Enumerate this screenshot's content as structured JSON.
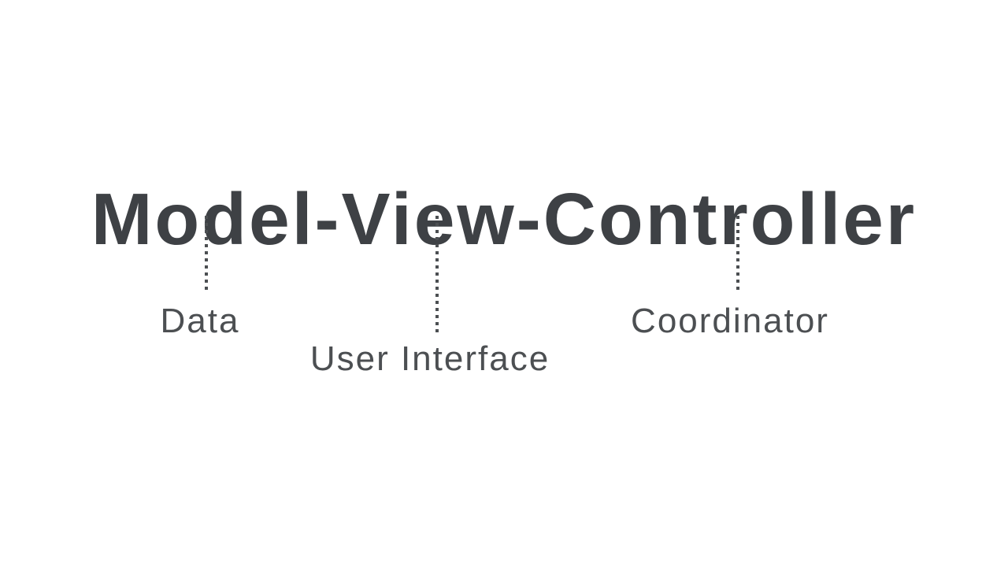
{
  "diagram": {
    "title": "Model-View-Controller",
    "colors": {
      "background": "#ffffff",
      "title": "#3e4145",
      "label": "#4c4f52",
      "connector": "#4c4f52"
    },
    "nodes": [
      {
        "id": "model",
        "word": "Model",
        "label": "Data"
      },
      {
        "id": "view",
        "word": "View",
        "label": "User Interface"
      },
      {
        "id": "controller",
        "word": "Controller",
        "label": "Coordinator"
      }
    ]
  }
}
